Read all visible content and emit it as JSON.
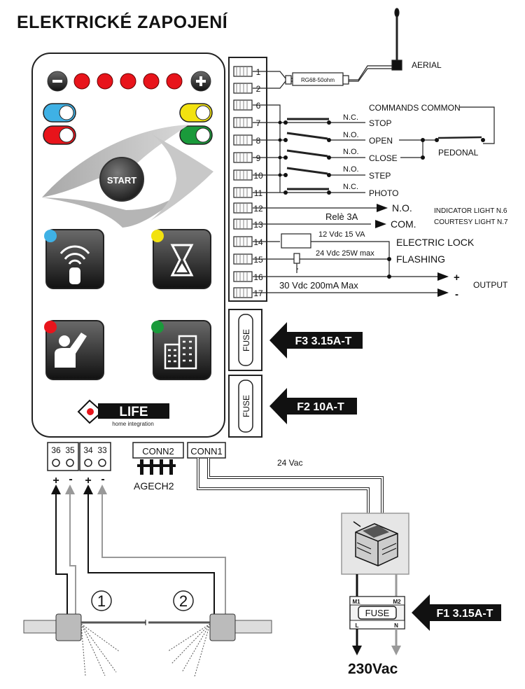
{
  "title": "ELEKTRICKÉ ZAPOJENÍ",
  "panel": {
    "start_label": "START",
    "logo_text": "LIFE",
    "logo_sub": "home integration",
    "led_colors": [
      "#e8141b",
      "#e8141b",
      "#e8141b",
      "#e8141b",
      "#e8141b"
    ],
    "indicator_colors": {
      "blue": "#3fb1e5",
      "yellow": "#f2e20f",
      "red": "#e8141b",
      "green": "#1a9a3b"
    }
  },
  "terminals": [
    "1",
    "2",
    "6",
    "7",
    "8",
    "9",
    "10",
    "11",
    "12",
    "13",
    "14",
    "15",
    "16",
    "17"
  ],
  "labels": {
    "aerial": "AERIAL",
    "resistor": "RG68-50ohm",
    "commands_common": "COMMANDS COMMON",
    "nc": "N.C.",
    "no": "N.O.",
    "stop": "STOP",
    "open": "OPEN",
    "close": "CLOSE",
    "step": "STEP",
    "photo": "PHOTO",
    "pedonal": "PEDONAL",
    "relay": "Relè 3A",
    "no_big": "N.O.",
    "com": "COM.",
    "indicator": "INDICATOR LIGHT N.6",
    "courtesy": "COURTESY LIGHT  N.7",
    "vdc12": "12 Vdc 15 VA",
    "electric_lock": "ELECTRIC LOCK",
    "vdc24": "24 Vdc 25W max",
    "flashing": "FLASHING",
    "plus": "+",
    "minus": "-",
    "vdc30": "30 Vdc 200mA Max",
    "output": "OUTPUT",
    "fuse": "FUSE",
    "f3": "F3 3.15A-T",
    "f2": "F2 10A-T",
    "f1": "F1 3.15A-T",
    "t36": "36",
    "t35": "35",
    "t34": "34",
    "t33": "33",
    "conn2": "CONN2",
    "conn1": "CONN1",
    "agech2": "AGECH2",
    "vac24": "24 Vac",
    "motor1": "1",
    "motor2": "2",
    "m1": "M1",
    "m2": "M2",
    "l": "L",
    "n": "N",
    "vac230": "230Vac"
  }
}
